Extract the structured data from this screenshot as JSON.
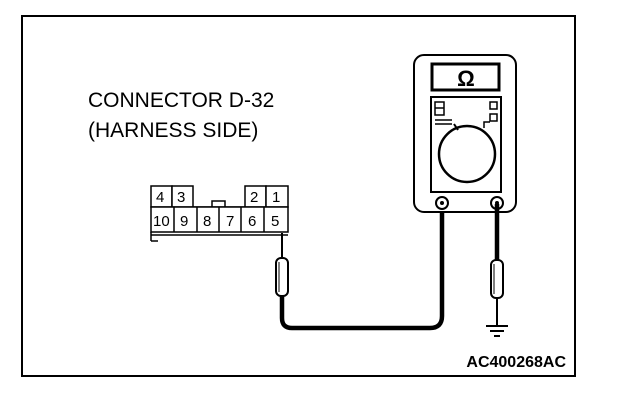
{
  "connector": {
    "title_line1": "CONNECTOR D-32",
    "title_line2": "(HARNESS SIDE)",
    "pins_top": [
      "4",
      "3",
      "2",
      "1"
    ],
    "pins_bottom": [
      "10",
      "9",
      "8",
      "7",
      "6",
      "5"
    ]
  },
  "meter": {
    "symbol": "Ω"
  },
  "figure_code": "AC400268AC"
}
